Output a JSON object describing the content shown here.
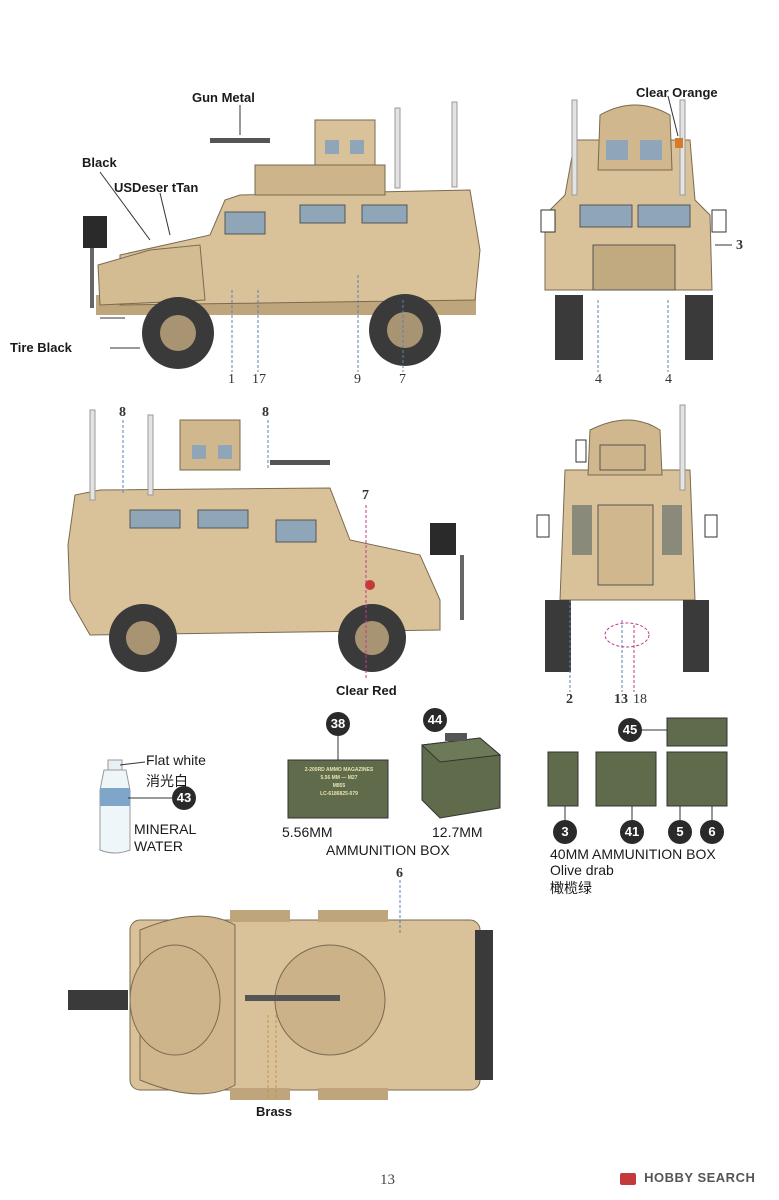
{
  "labels": {
    "gun_metal": "Gun Metal",
    "black": "Black",
    "desert_tan": "USDeser tTan",
    "tire_black": "Tire Black",
    "clear_orange": "Clear Orange",
    "clear_red": "Clear Red",
    "brass": "Brass"
  },
  "side_numbers": [
    "1",
    "17",
    "9",
    "7"
  ],
  "front_numbers": [
    "3",
    "4",
    "4"
  ],
  "rear_side_numbers": [
    "8",
    "8",
    "7"
  ],
  "rear_numbers": [
    "2",
    "13",
    "18"
  ],
  "top_number": "6",
  "water": {
    "top": "Flat white",
    "cn": "消光白",
    "badge": "43",
    "line1": "MINERAL",
    "line2": "WATER"
  },
  "ammo": {
    "badge_556": "38",
    "badge_127": "44",
    "size_556": "5.56MM",
    "size_127": "12.7MM",
    "title": "AMMUNITION BOX",
    "box_556_text": [
      "2-200RD AMMO MAGAZINES",
      "5.56 MM — M27",
      "M855",
      "LC-6186825-079"
    ]
  },
  "ammo40": {
    "badges": [
      "45",
      "3",
      "41",
      "5",
      "6"
    ],
    "title": "40MM AMMUNITION BOX",
    "sub": "Olive drab",
    "cn": "橄榄绿"
  },
  "page_number": "13",
  "watermark": "HOBBY SEARCH",
  "colors": {
    "tan": "#d9c29a",
    "tan_dark": "#bfa57c",
    "olive": "#5f6b4b",
    "tire": "#3a3a3a",
    "window": "#8ea6b8"
  }
}
